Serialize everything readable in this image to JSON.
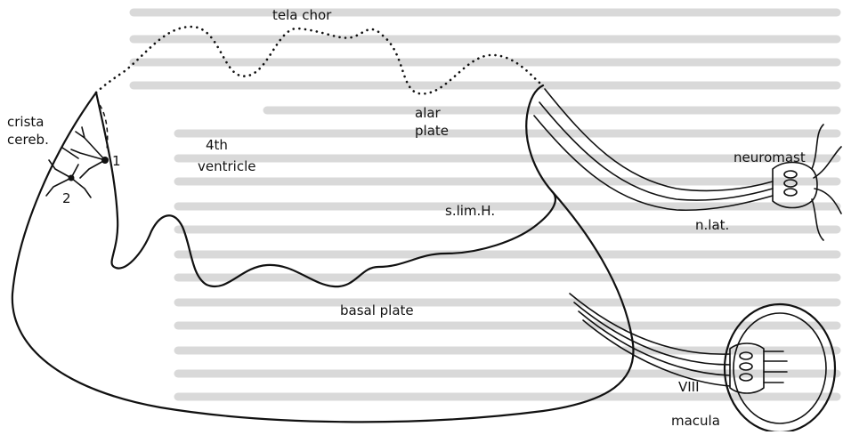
{
  "diagram": {
    "labels": {
      "tela_chor": "tela chor",
      "crista": "crista",
      "cereb": "cereb.",
      "fourth": "4th",
      "ventricle": "ventricle",
      "alar": "alar",
      "plate": "plate",
      "neuromast": "neuromast",
      "n_lat": "n.lat.",
      "s_lim_h": "s.lim.H.",
      "basal_plate": "basal plate",
      "viii": "VIII",
      "macula": "macula",
      "num_1": "1",
      "num_2": "2"
    }
  }
}
